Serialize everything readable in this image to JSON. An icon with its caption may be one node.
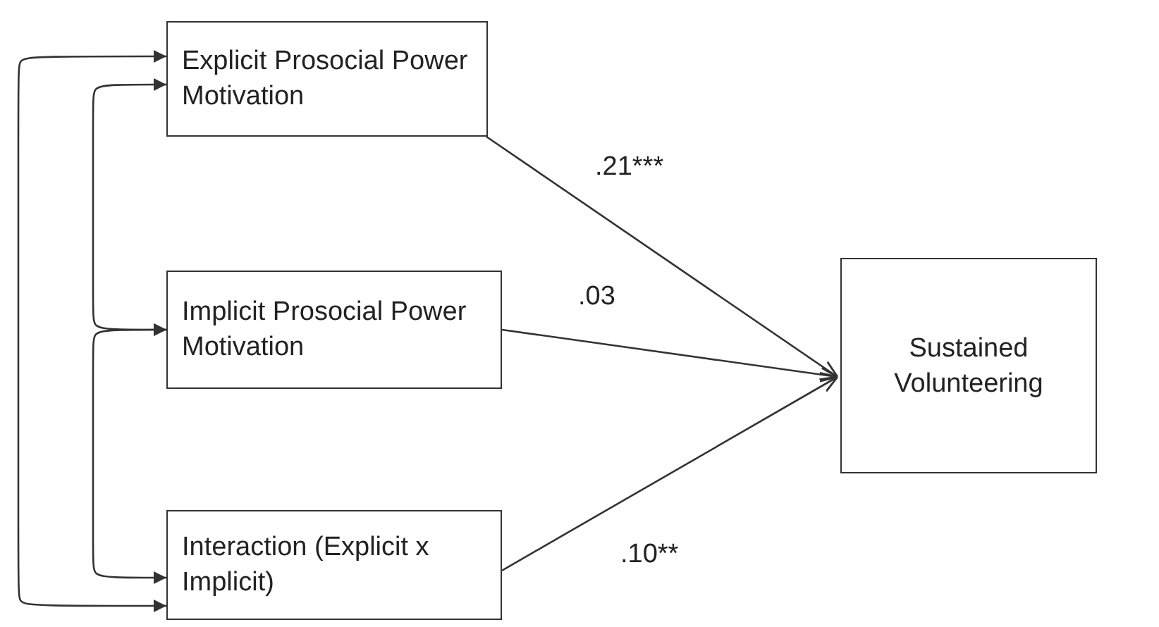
{
  "diagram": {
    "nodes": [
      {
        "text": [
          "Explicit Prosocial Power Motivation"
        ]
      },
      {
        "text": [
          "Implicit Prosocial Power Motivation"
        ]
      },
      {
        "text": [
          "Interaction (Explicit x Implicit)"
        ]
      },
      {
        "text": [
          "Sustained Volunteering"
        ]
      }
    ],
    "edges": [
      {
        "from": 0,
        "to": 3,
        "arrow": "to",
        "label": ".21***"
      },
      {
        "from": 1,
        "to": 3,
        "arrow": "to",
        "label": ".03"
      },
      {
        "from": 2,
        "to": 3,
        "arrow": "to",
        "label": ".10**"
      },
      {
        "from": 0,
        "to": 1,
        "arrow": "both"
      },
      {
        "from": 1,
        "to": 2,
        "arrow": "both"
      },
      {
        "from": 0,
        "to": 2,
        "arrow": "both"
      }
    ]
  }
}
